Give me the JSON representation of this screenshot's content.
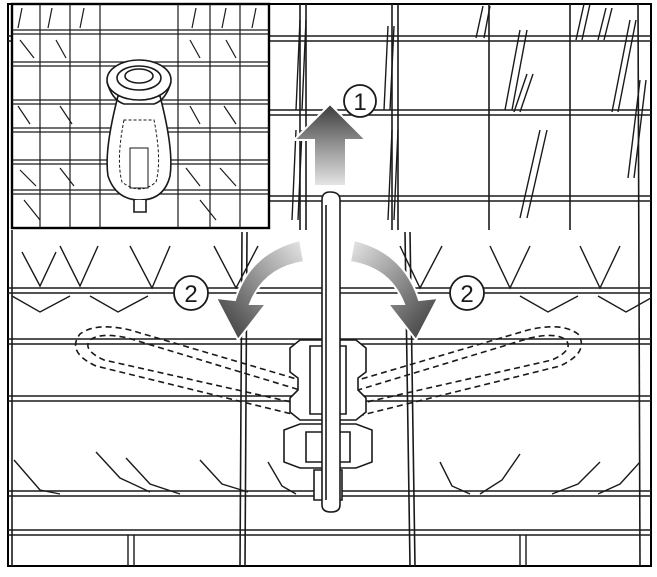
{
  "callouts": {
    "step_1": "1",
    "step_2_left": "2",
    "step_2_right": "2"
  },
  "colors": {
    "line": "#1a1a1a",
    "arrow_dark": "#3a3a3a",
    "arrow_light": "#e6e6e6",
    "frame": "#000000",
    "background": "#ffffff"
  },
  "icons": {
    "lift_arrow": "arrow-up-icon",
    "rotate_arrow_left": "curved-arrow-left-icon",
    "rotate_arrow_right": "curved-arrow-right-icon"
  }
}
